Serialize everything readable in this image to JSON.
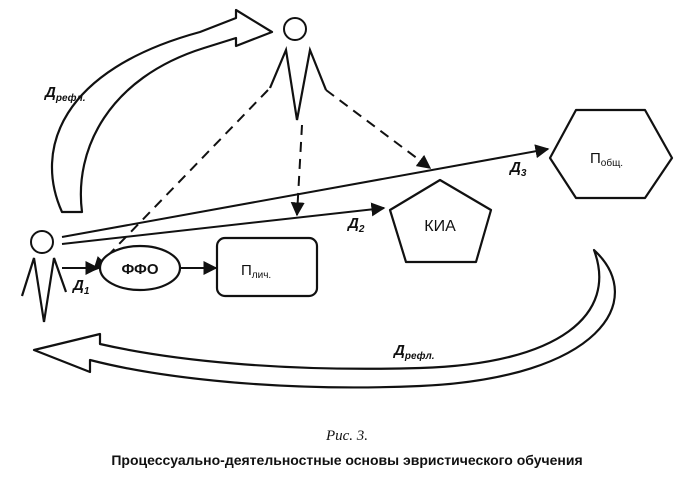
{
  "labels": {
    "d_refl_top_main": "Д",
    "d_refl_top_sub": "рефл.",
    "d_refl_bottom_main": "Д",
    "d_refl_bottom_sub": "рефл.",
    "d1_main": "Д",
    "d1_sub": "1",
    "d2_main": "Д",
    "d2_sub": "2",
    "d3_main": "Д",
    "d3_sub": "3"
  },
  "nodes": {
    "ffo": "ФФО",
    "p_lich_main": "П",
    "p_lich_sub": "лич.",
    "kia": "КИА",
    "p_obsh_main": "П",
    "p_obsh_sub": "общ."
  },
  "caption": {
    "figure": "Рис. 3.",
    "title": "Процессуально-деятельностные основы эвристического обучения"
  }
}
